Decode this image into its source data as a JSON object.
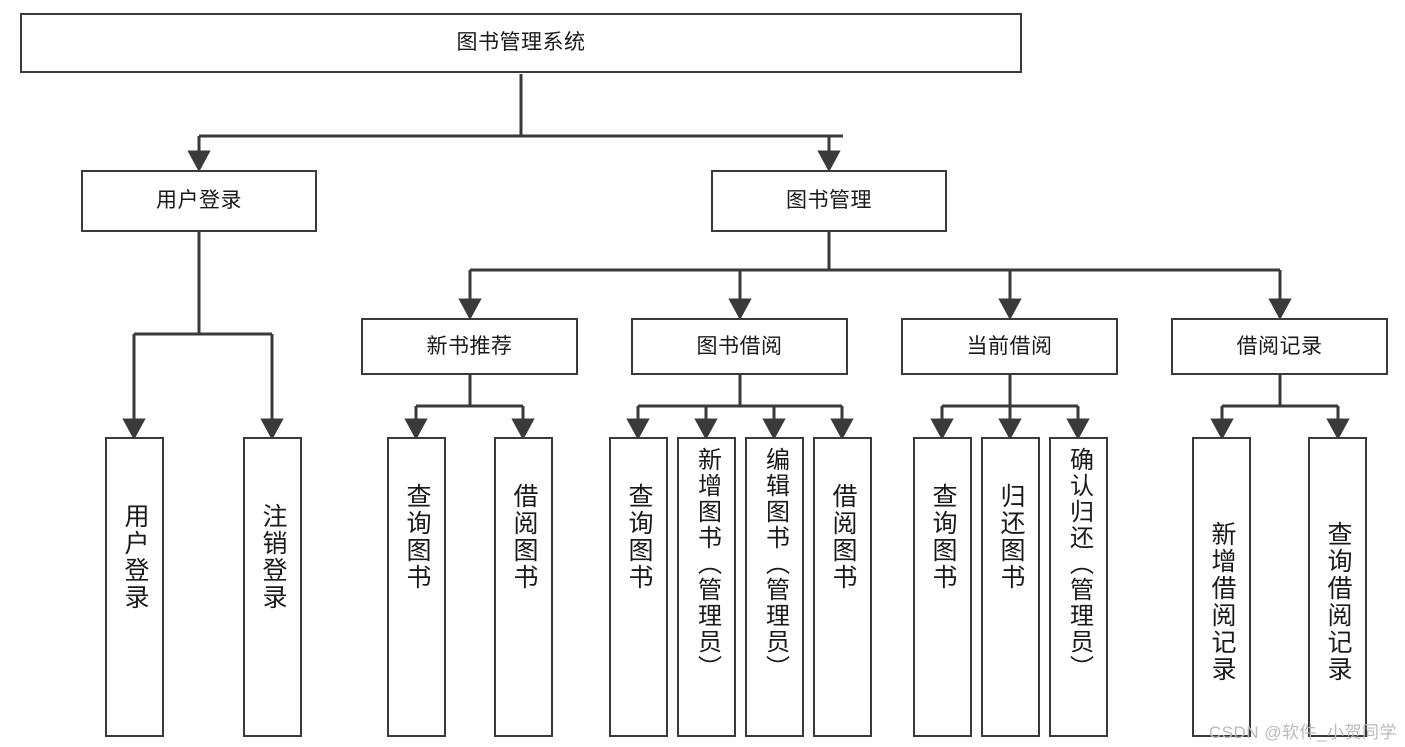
{
  "diagram": {
    "type": "tree-hierarchy",
    "title": "图书管理系统",
    "watermark": "CSDN @软件_小贺同学",
    "colors": {
      "stroke": "#3a3a3a",
      "fill": "#ffffff",
      "text": "#1a1a1a",
      "watermark": "#b9b9b9"
    },
    "nodes": {
      "root": {
        "label": "图书管理系统"
      },
      "level2": [
        {
          "id": "user-login",
          "label": "用户登录"
        },
        {
          "id": "book-management",
          "label": "图书管理"
        }
      ],
      "level3": [
        {
          "id": "new-book-recommend",
          "label": "新书推荐"
        },
        {
          "id": "book-borrow",
          "label": "图书借阅"
        },
        {
          "id": "current-borrow",
          "label": "当前借阅"
        },
        {
          "id": "borrow-record",
          "label": "借阅记录"
        }
      ],
      "leaves": {
        "user-login": [
          {
            "id": "leaf-user-login",
            "label": "用户登录"
          },
          {
            "id": "leaf-logout",
            "label": "注销登录"
          }
        ],
        "new-book-recommend": [
          {
            "id": "leaf-query-book-1",
            "label": "查询图书"
          },
          {
            "id": "leaf-borrow-book-1",
            "label": "借阅图书"
          }
        ],
        "book-borrow": [
          {
            "id": "leaf-query-book-2",
            "label": "查询图书"
          },
          {
            "id": "leaf-add-book",
            "label": "新增图书（管理员）"
          },
          {
            "id": "leaf-edit-book",
            "label": "编辑图书（管理员）"
          },
          {
            "id": "leaf-borrow-book-2",
            "label": "借阅图书"
          }
        ],
        "current-borrow": [
          {
            "id": "leaf-query-book-3",
            "label": "查询图书"
          },
          {
            "id": "leaf-return-book",
            "label": "归还图书"
          },
          {
            "id": "leaf-confirm-return",
            "label": "确认归还（管理员）"
          }
        ],
        "borrow-record": [
          {
            "id": "leaf-add-record",
            "label": "新增借阅记录"
          },
          {
            "id": "leaf-query-record",
            "label": "查询借阅记录"
          }
        ]
      }
    }
  }
}
